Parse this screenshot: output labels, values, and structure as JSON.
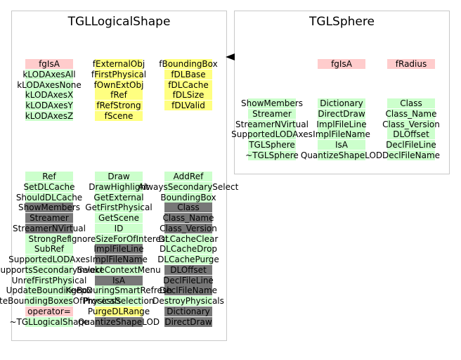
{
  "colors": {
    "data_member": "#ffcccc",
    "pointer_member": "#ffff80",
    "method": "#ccffcc",
    "inherited_method": "#777777"
  },
  "classes": [
    {
      "name": "TGLLogicalShape"
    },
    {
      "name": "TGLSphere"
    }
  ],
  "members": [
    {
      "label": "fgIsA",
      "kind": "data_member"
    },
    {
      "label": "kLODAxesAll",
      "kind": "method"
    },
    {
      "label": "kLODAxesNone",
      "kind": "method"
    },
    {
      "label": "kLODAxesX",
      "kind": "method"
    },
    {
      "label": "kLODAxesY",
      "kind": "method"
    },
    {
      "label": "kLODAxesZ",
      "kind": "method"
    },
    {
      "label": "fExternalObj",
      "kind": "pointer_member"
    },
    {
      "label": "fFirstPhysical",
      "kind": "pointer_member"
    },
    {
      "label": "fOwnExtObj",
      "kind": "pointer_member"
    },
    {
      "label": "fRef",
      "kind": "pointer_member"
    },
    {
      "label": "fRefStrong",
      "kind": "pointer_member"
    },
    {
      "label": "fScene",
      "kind": "pointer_member"
    },
    {
      "label": "fBoundingBox",
      "kind": "pointer_member"
    },
    {
      "label": "fDLBase",
      "kind": "pointer_member"
    },
    {
      "label": "fDLCache",
      "kind": "pointer_member"
    },
    {
      "label": "fDLSize",
      "kind": "pointer_member"
    },
    {
      "label": "fDLValid",
      "kind": "pointer_member"
    },
    {
      "label": "Ref",
      "kind": "method"
    },
    {
      "label": "SetDLCache",
      "kind": "method"
    },
    {
      "label": "ShouldDLCache",
      "kind": "method"
    },
    {
      "label": "ShowMembers",
      "kind": "inherited_method"
    },
    {
      "label": "Streamer",
      "kind": "inherited_method"
    },
    {
      "label": "StreamerNVirtual",
      "kind": "inherited_method"
    },
    {
      "label": "StrongRef",
      "kind": "method"
    },
    {
      "label": "SubRef",
      "kind": "method"
    },
    {
      "label": "SupportedLODAxes",
      "kind": "method"
    },
    {
      "label": "SupportsSecondarySelect",
      "kind": "method"
    },
    {
      "label": "UnrefFirstPhysical",
      "kind": "method"
    },
    {
      "label": "UpdateBoundingBox",
      "kind": "method"
    },
    {
      "label": "UpdateBoundingBoxesOfPhysicals",
      "kind": "method"
    },
    {
      "label": "operator=",
      "kind": "data_member"
    },
    {
      "label": "~TGLLogicalShape",
      "kind": "method"
    },
    {
      "label": "Draw",
      "kind": "method"
    },
    {
      "label": "DrawHighlight",
      "kind": "method"
    },
    {
      "label": "GetExternal",
      "kind": "method"
    },
    {
      "label": "GetFirstPhysical",
      "kind": "method"
    },
    {
      "label": "GetScene",
      "kind": "method"
    },
    {
      "label": "ID",
      "kind": "method"
    },
    {
      "label": "IgnoreSizeForOfInterest",
      "kind": "method"
    },
    {
      "label": "ImplFileLine",
      "kind": "inherited_method"
    },
    {
      "label": "ImplFileName",
      "kind": "inherited_method"
    },
    {
      "label": "InvokeContextMenu",
      "kind": "method"
    },
    {
      "label": "IsA",
      "kind": "inherited_method"
    },
    {
      "label": "KeepDuringSmartRefresh",
      "kind": "method"
    },
    {
      "label": "ProcessSelection",
      "kind": "method"
    },
    {
      "label": "PurgeDLRange",
      "kind": "pointer_member"
    },
    {
      "label": "QuantizeShapeLOD",
      "kind": "inherited_method"
    },
    {
      "label": "AddRef",
      "kind": "method"
    },
    {
      "label": "AlwaysSecondarySelect",
      "kind": "method"
    },
    {
      "label": "BoundingBox",
      "kind": "method"
    },
    {
      "label": "Class",
      "kind": "inherited_method"
    },
    {
      "label": "Class_Name",
      "kind": "inherited_method"
    },
    {
      "label": "Class_Version",
      "kind": "inherited_method"
    },
    {
      "label": "DLCacheClear",
      "kind": "method"
    },
    {
      "label": "DLCacheDrop",
      "kind": "method"
    },
    {
      "label": "DLCachePurge",
      "kind": "method"
    },
    {
      "label": "DLOffset",
      "kind": "inherited_method"
    },
    {
      "label": "DeclFileLine",
      "kind": "inherited_method"
    },
    {
      "label": "DeclFileName",
      "kind": "inherited_method"
    },
    {
      "label": "DestroyPhysicals",
      "kind": "method"
    },
    {
      "label": "Dictionary",
      "kind": "inherited_method"
    },
    {
      "label": "DirectDraw",
      "kind": "inherited_method"
    },
    {
      "label": "fgIsA",
      "kind": "data_member"
    },
    {
      "label": "fRadius",
      "kind": "data_member"
    },
    {
      "label": "ShowMembers",
      "kind": "method"
    },
    {
      "label": "Streamer",
      "kind": "method"
    },
    {
      "label": "StreamerNVirtual",
      "kind": "method"
    },
    {
      "label": "SupportedLODAxes",
      "kind": "method"
    },
    {
      "label": "TGLSphere",
      "kind": "method"
    },
    {
      "label": "~TGLSphere",
      "kind": "method"
    },
    {
      "label": "Dictionary",
      "kind": "method"
    },
    {
      "label": "DirectDraw",
      "kind": "method"
    },
    {
      "label": "ImplFileLine",
      "kind": "method"
    },
    {
      "label": "ImplFileName",
      "kind": "method"
    },
    {
      "label": "IsA",
      "kind": "method"
    },
    {
      "label": "QuantizeShapeLOD",
      "kind": "method"
    },
    {
      "label": "Class",
      "kind": "method"
    },
    {
      "label": "Class_Name",
      "kind": "method"
    },
    {
      "label": "Class_Version",
      "kind": "method"
    },
    {
      "label": "DLOffset",
      "kind": "method"
    },
    {
      "label": "DeclFileLine",
      "kind": "method"
    },
    {
      "label": "DeclFileName",
      "kind": "method"
    }
  ]
}
